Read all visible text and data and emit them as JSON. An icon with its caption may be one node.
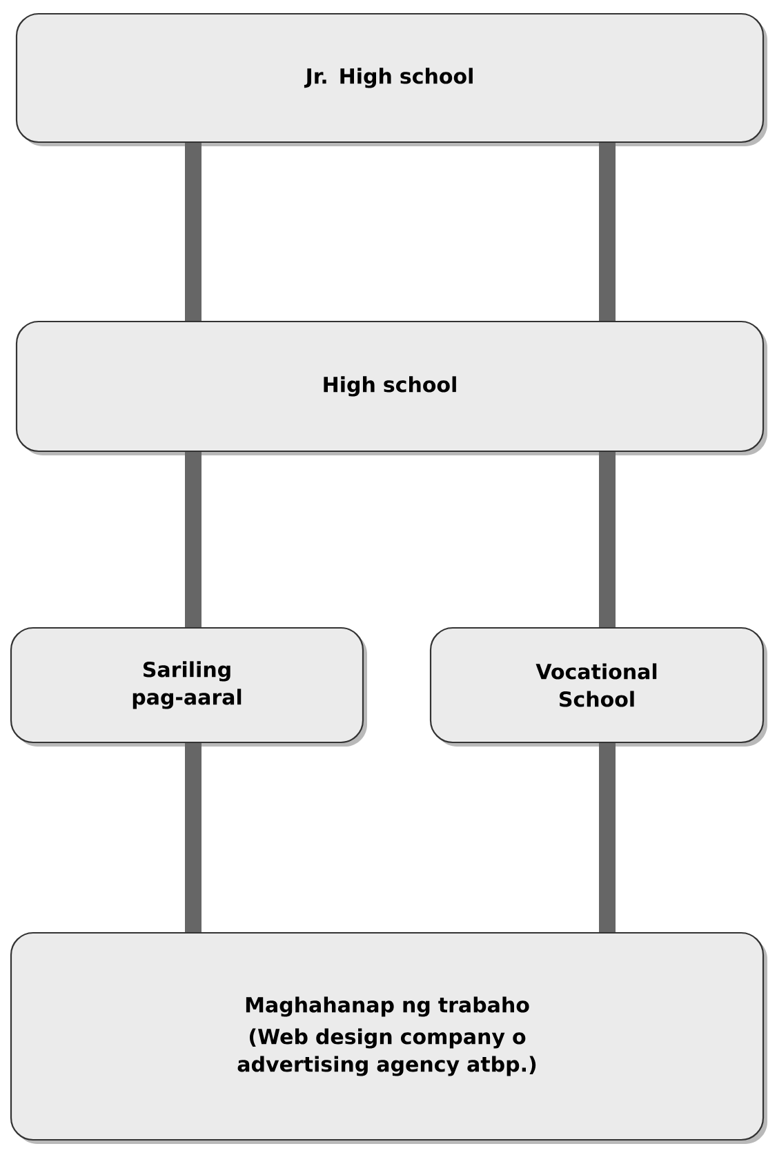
{
  "diagram": {
    "nodes": [
      {
        "text": [
          "Jr. High school"
        ]
      },
      {
        "text": [
          "High school"
        ]
      },
      {
        "text": [
          "Sariling pag-aaral"
        ]
      },
      {
        "text": [
          "Vocational School"
        ]
      },
      {
        "text": [
          "Maghahanap ng trabaho",
          "(Web design company o advertising agency atbp.)"
        ]
      }
    ],
    "edges": [
      {
        "from": 0,
        "to": 1,
        "arrow": "none"
      },
      {
        "from": 0,
        "to": 1,
        "arrow": "none"
      },
      {
        "from": 1,
        "to": 2,
        "arrow": "none"
      },
      {
        "from": 1,
        "to": 3,
        "arrow": "none"
      },
      {
        "from": 2,
        "to": 4,
        "arrow": "none"
      },
      {
        "from": 3,
        "to": 4,
        "arrow": "none"
      }
    ]
  }
}
